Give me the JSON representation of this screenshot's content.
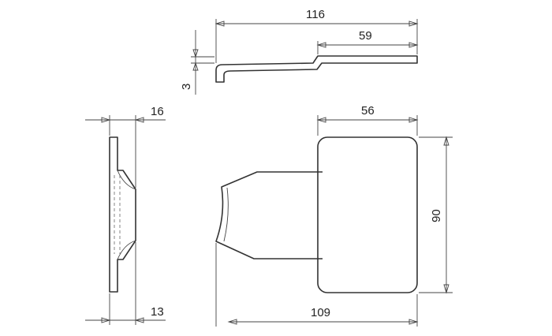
{
  "dimensions": {
    "top_total_length": "116",
    "top_flat_length": "59",
    "top_thickness": "3",
    "side_upper_width": "16",
    "side_lower_width": "13",
    "front_tab_width": "56",
    "front_tab_height": "90",
    "front_total_length": "109"
  }
}
